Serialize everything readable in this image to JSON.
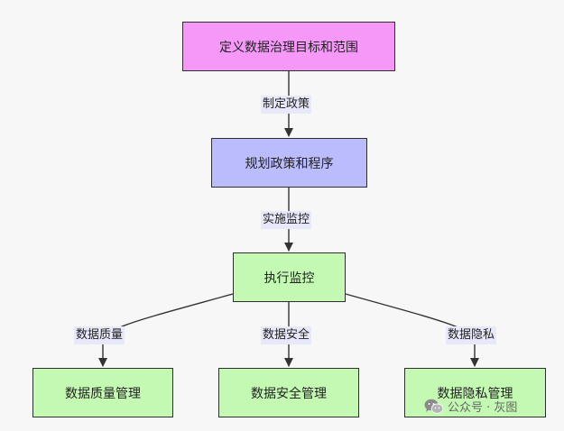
{
  "nodes": {
    "define": "定义数据治理目标和范围",
    "plan": "规划政策和程序",
    "exec": "执行监控",
    "dq": "数据质量管理",
    "ds": "数据安全管理",
    "dp": "数据隐私管理"
  },
  "edges": {
    "policy": "制定政策",
    "monitor": "实施监控",
    "dq": "数据质量",
    "ds": "数据安全",
    "dp": "数据隐私"
  },
  "colors": {
    "define_fill": "#f598f8",
    "plan_fill": "#babcfd",
    "action_fill": "#c4f9b3",
    "label_bg": "#e8e8fb",
    "line": "#333333"
  },
  "watermark": {
    "icon": "wechat-icon",
    "text": "公众号 · 灰图"
  }
}
